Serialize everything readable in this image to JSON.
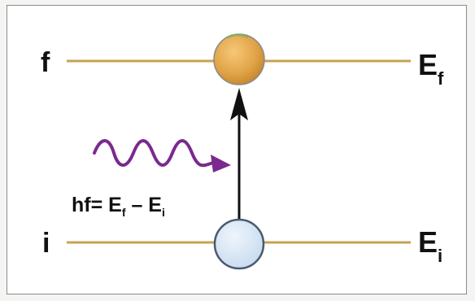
{
  "diagram": {
    "upper_level": {
      "label": "f",
      "energy_symbol": "E",
      "energy_subscript": "f"
    },
    "lower_level": {
      "label": "i",
      "energy_symbol": "E",
      "energy_subscript": "i"
    },
    "equation": {
      "prefix": "hf= E",
      "sub1": "f",
      "mid": " – E",
      "sub2": "i"
    },
    "colors": {
      "level_line": "#c8a251",
      "upper_particle": "#e0a246",
      "lower_particle": "#cfe1f1",
      "photon": "#7a2a8e",
      "arrow": "#111111"
    },
    "icons": {
      "upper_particle": "filled-sphere",
      "lower_particle": "empty-circle",
      "photon": "wavy-arrow",
      "transition": "up-arrow"
    }
  }
}
